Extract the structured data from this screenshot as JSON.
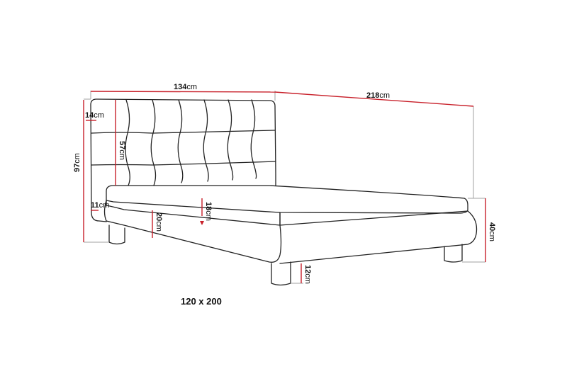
{
  "diagram": {
    "subject": "Upholstered bed with tufted headboard - dimension drawing",
    "caption": "120 x 200",
    "colors": {
      "outline": "#222222",
      "dimension_line": "#c8202a",
      "extension_line": "#a0a0a0",
      "background": "#ffffff"
    },
    "dimensions": {
      "headboard_width": {
        "value": "134",
        "unit": "cm"
      },
      "total_length": {
        "value": "218",
        "unit": "cm"
      },
      "total_height": {
        "value": "97",
        "unit": "cm"
      },
      "headboard_top_cushion": {
        "value": "14",
        "unit": "cm"
      },
      "headboard_tufted_height": {
        "value": "57",
        "unit": "cm"
      },
      "headboard_thickness_bottom": {
        "value": "11",
        "unit": "cm"
      },
      "mattress_height": {
        "value": "18",
        "unit": "cm"
      },
      "frame_height": {
        "value": "20",
        "unit": "cm"
      },
      "bed_height": {
        "value": "40",
        "unit": "cm"
      },
      "leg_height": {
        "value": "12",
        "unit": "cm"
      }
    }
  }
}
